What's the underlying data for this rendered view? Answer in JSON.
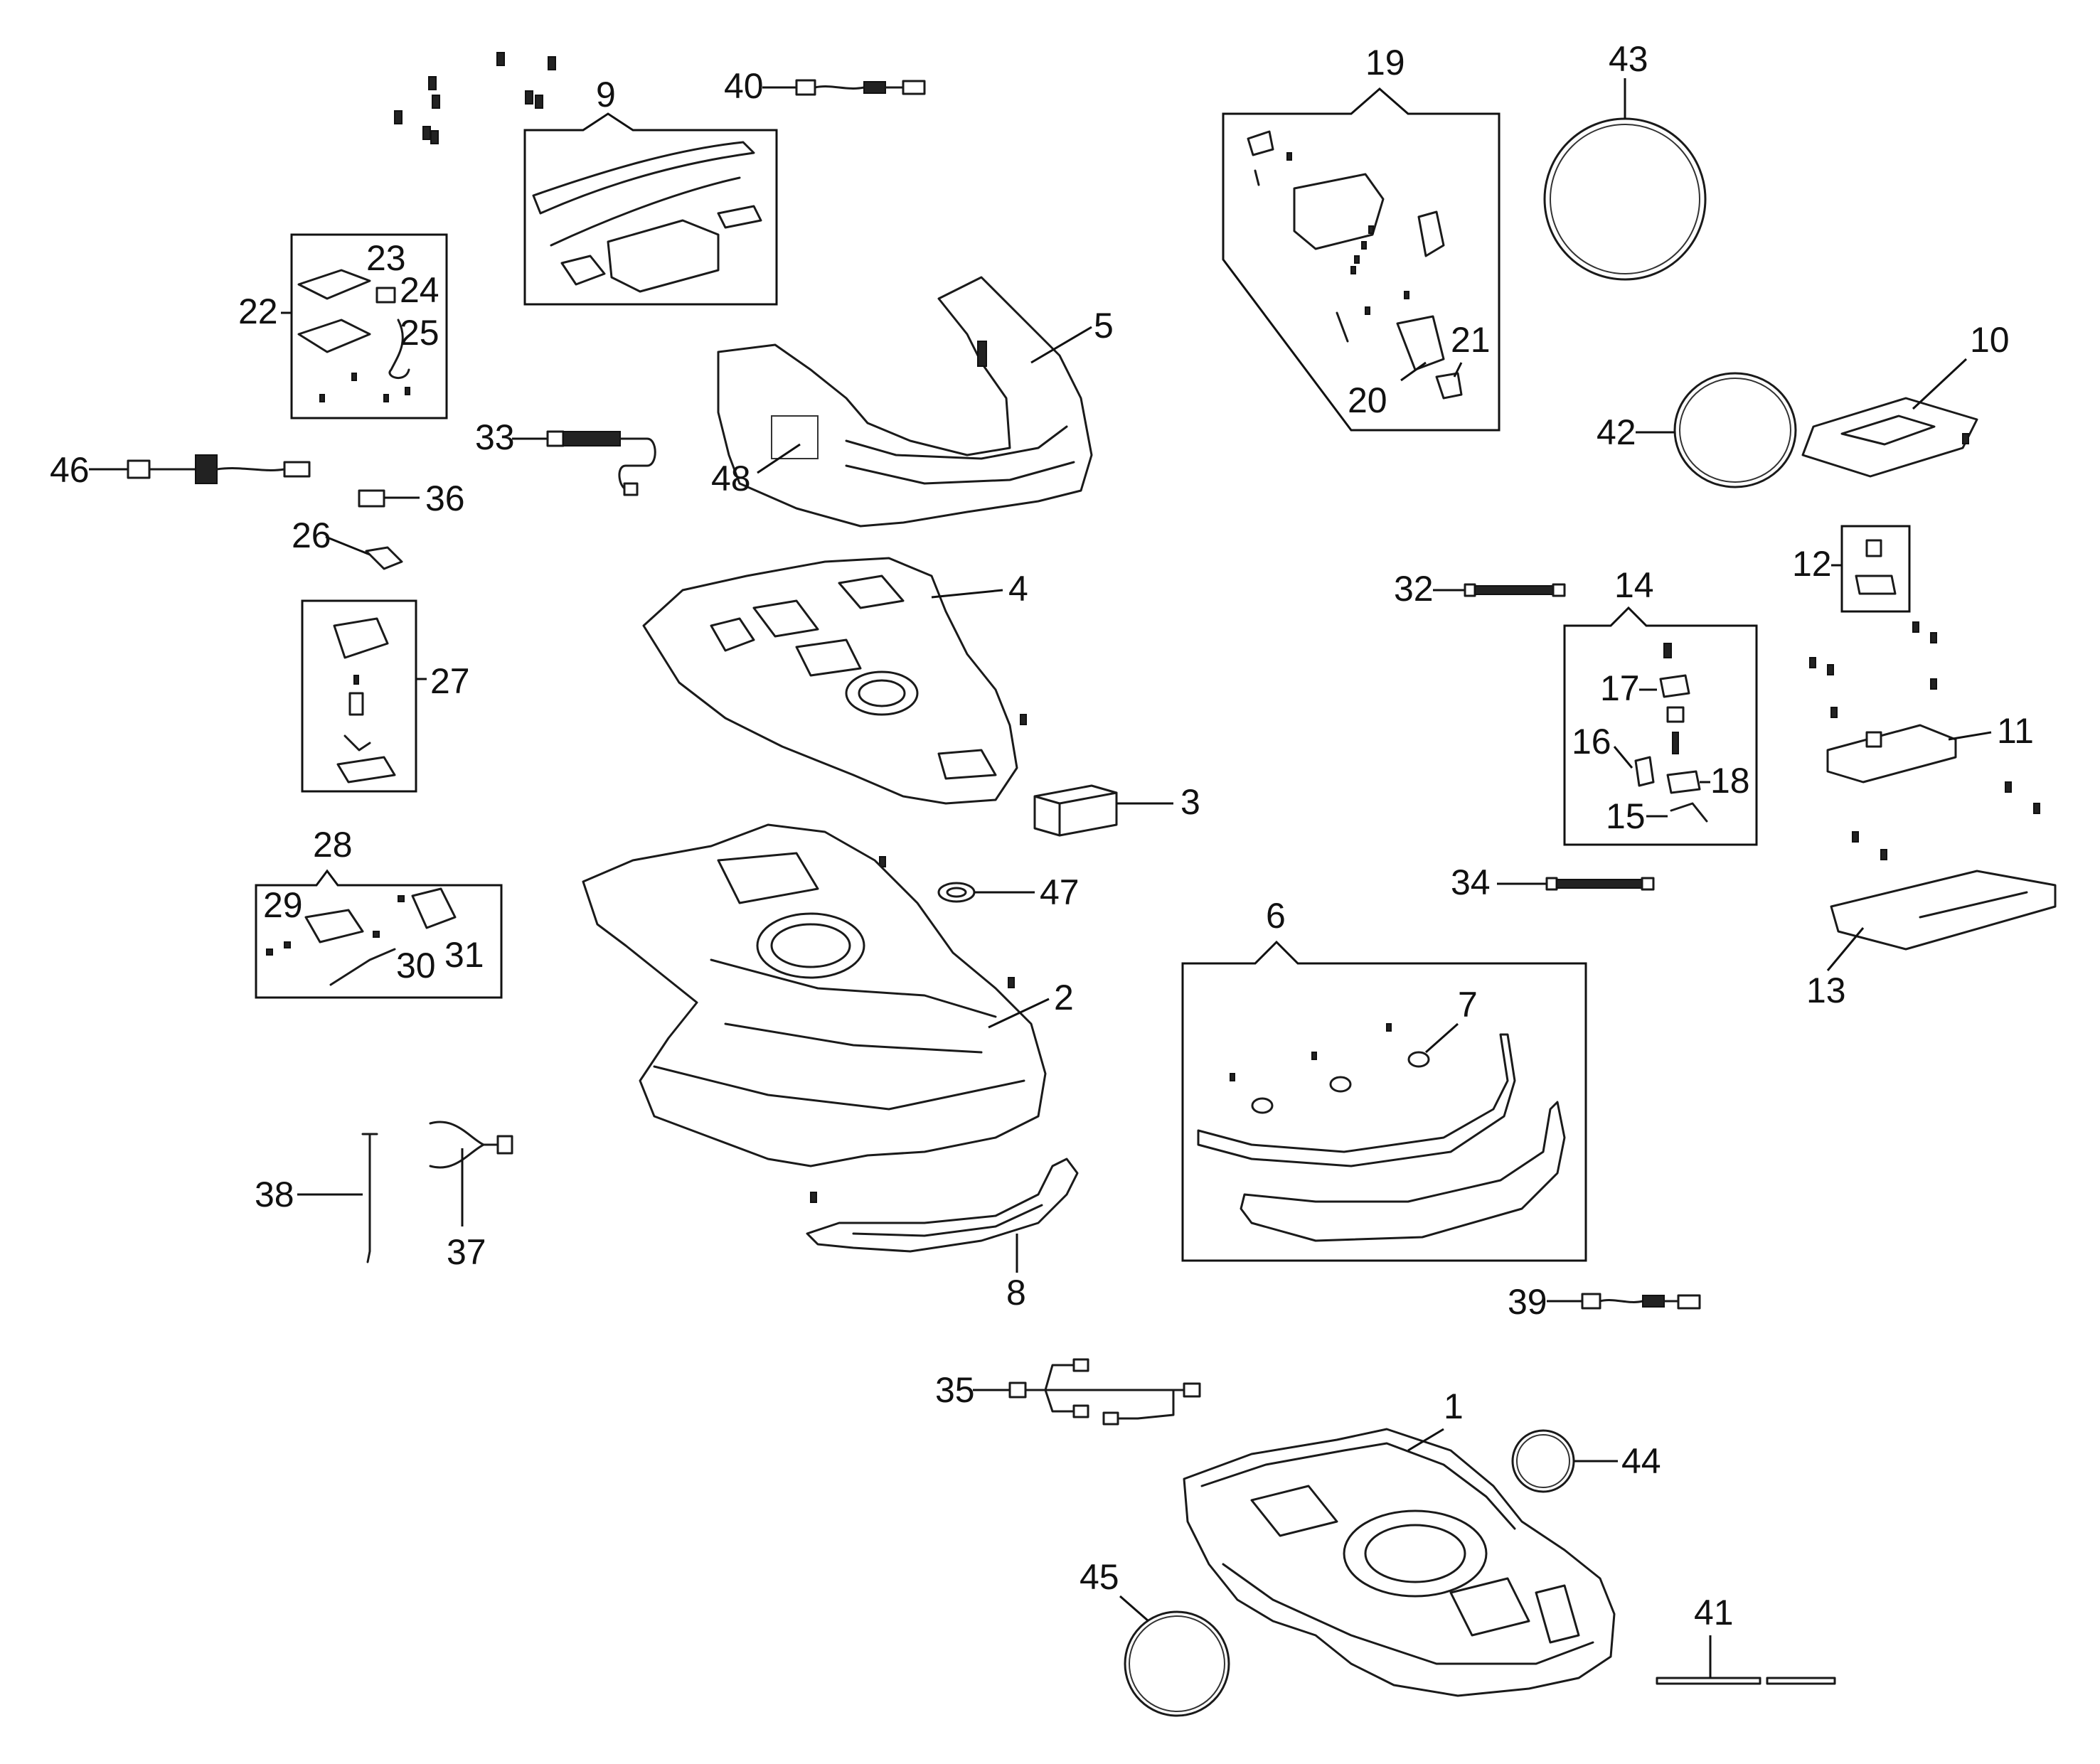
{
  "callouts": {
    "c1": "1",
    "c2": "2",
    "c3": "3",
    "c4": "4",
    "c5": "5",
    "c6": "6",
    "c7": "7",
    "c8": "8",
    "c9": "9",
    "c10": "10",
    "c11": "11",
    "c12": "12",
    "c13": "13",
    "c14": "14",
    "c15": "15",
    "c16": "16",
    "c17": "17",
    "c18": "18",
    "c19": "19",
    "c20": "20",
    "c21": "21",
    "c22": "22",
    "c23": "23",
    "c24": "24",
    "c25": "25",
    "c26": "26",
    "c27": "27",
    "c28": "28",
    "c29": "29",
    "c30": "30",
    "c31": "31",
    "c32": "32",
    "c33": "33",
    "c34": "34",
    "c35": "35",
    "c36": "36",
    "c37": "37",
    "c38": "38",
    "c39": "39",
    "c40": "40",
    "c41": "41",
    "c42": "42",
    "c43": "43",
    "c44": "44",
    "c45": "45",
    "c46": "46",
    "c47": "47",
    "c48": "48"
  },
  "colors": {
    "line": "#1a1a1a",
    "background": "#ffffff"
  }
}
